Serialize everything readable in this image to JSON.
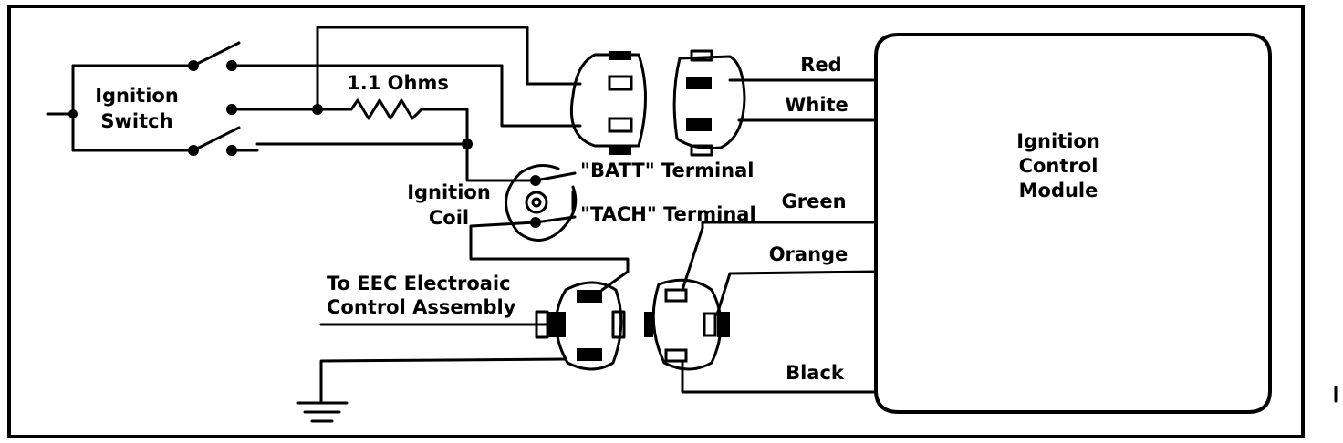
{
  "labels": {
    "ignition_switch_line1": "Ignition",
    "ignition_switch_line2": "Switch",
    "resistor": "1.1 Ohms",
    "ignition_coil_line1": "Ignition",
    "ignition_coil_line2": "Coil",
    "batt_terminal": "\"BATT\" Terminal",
    "tach_terminal": "\"TACH\" Terminal",
    "eec_line1": "To EEC Electroaic",
    "eec_line2": "Control Assembly",
    "module_line1": "Ignition",
    "module_line2": "Control",
    "module_line3": "Module",
    "wire_red": "Red",
    "wire_white": "White",
    "wire_green": "Green",
    "wire_orange": "Orange",
    "wire_black": "Black"
  }
}
